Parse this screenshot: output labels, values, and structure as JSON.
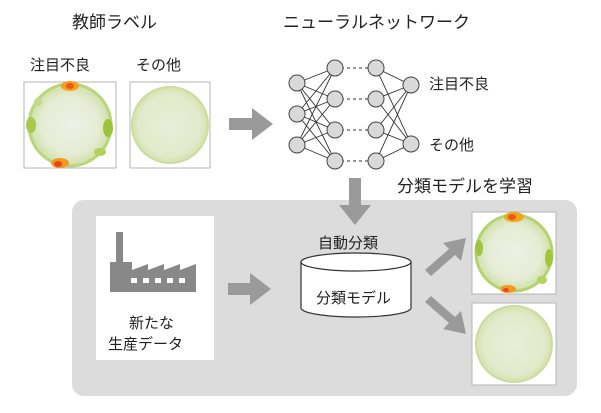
{
  "teacher": {
    "title": "教師ラベル",
    "label_defect": "注目不良",
    "label_other": "その他"
  },
  "network": {
    "title": "ニューラルネットワーク",
    "out_defect": "注目不良",
    "out_other": "その他",
    "learn_caption": "分類モデルを学習"
  },
  "classify": {
    "auto_label": "自動分類",
    "model_label": "分類モデル"
  },
  "new_data": {
    "line1": "新たな",
    "line2": "生産データ"
  },
  "colors": {
    "panel": "#dcdcdc",
    "arrow": "#9a9a9a",
    "node_fill": "#d9d9d9",
    "wafer_base": "#e9efdc",
    "wafer_edge_green": "#8fc23a",
    "wafer_hot": "#f06a1a"
  }
}
